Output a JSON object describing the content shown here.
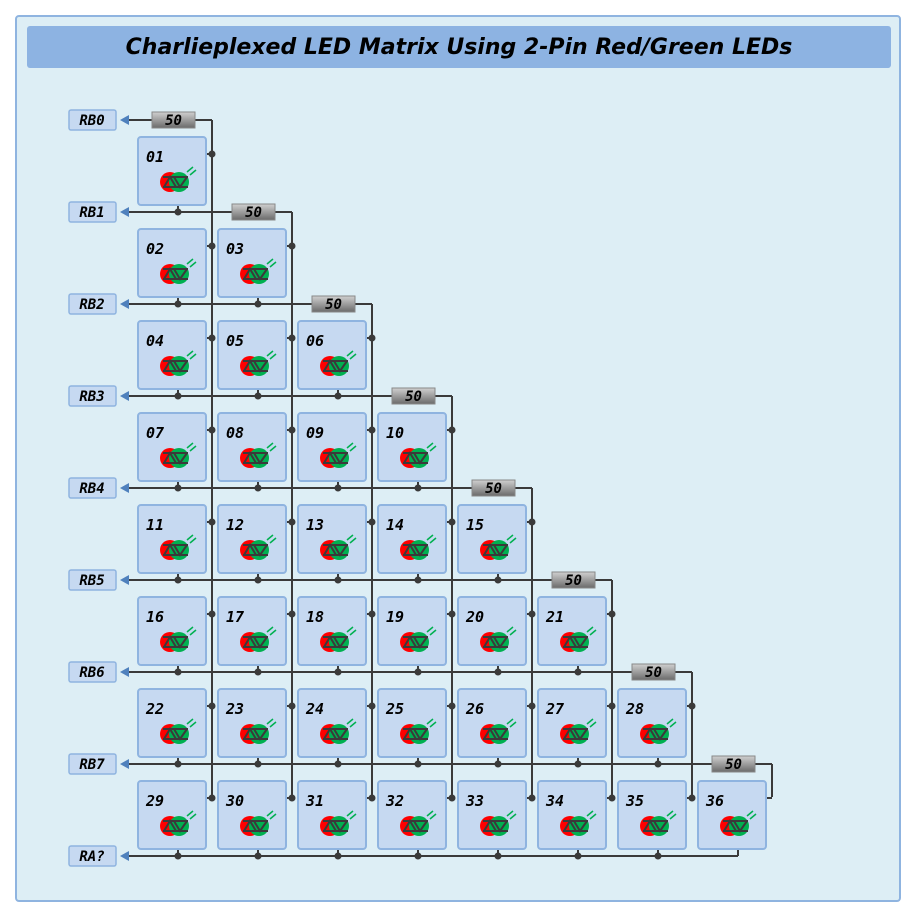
{
  "title": "Charlieplexed LED Matrix Using 2-Pin Red/Green LEDs",
  "pins": [
    "RB0",
    "RB1",
    "RB2",
    "RB3",
    "RB4",
    "RB5",
    "RB6",
    "RB7",
    "RA?"
  ],
  "resistor_value": "50",
  "leds": [
    "01",
    "02",
    "03",
    "04",
    "05",
    "06",
    "07",
    "08",
    "09",
    "10",
    "11",
    "12",
    "13",
    "14",
    "15",
    "16",
    "17",
    "18",
    "19",
    "20",
    "21",
    "22",
    "23",
    "24",
    "25",
    "26",
    "27",
    "28",
    "29",
    "30",
    "31",
    "32",
    "33",
    "34",
    "35",
    "36"
  ],
  "colors": {
    "background": "#ddeef5",
    "title_bar": "#8db3e2",
    "cell": "#c6d9f1",
    "cell_border": "#8fb4e0",
    "wire": "#3a3a3a",
    "led_red": "#ff0000",
    "led_green": "#00b050",
    "pin_arrow": "#4f81bd"
  }
}
